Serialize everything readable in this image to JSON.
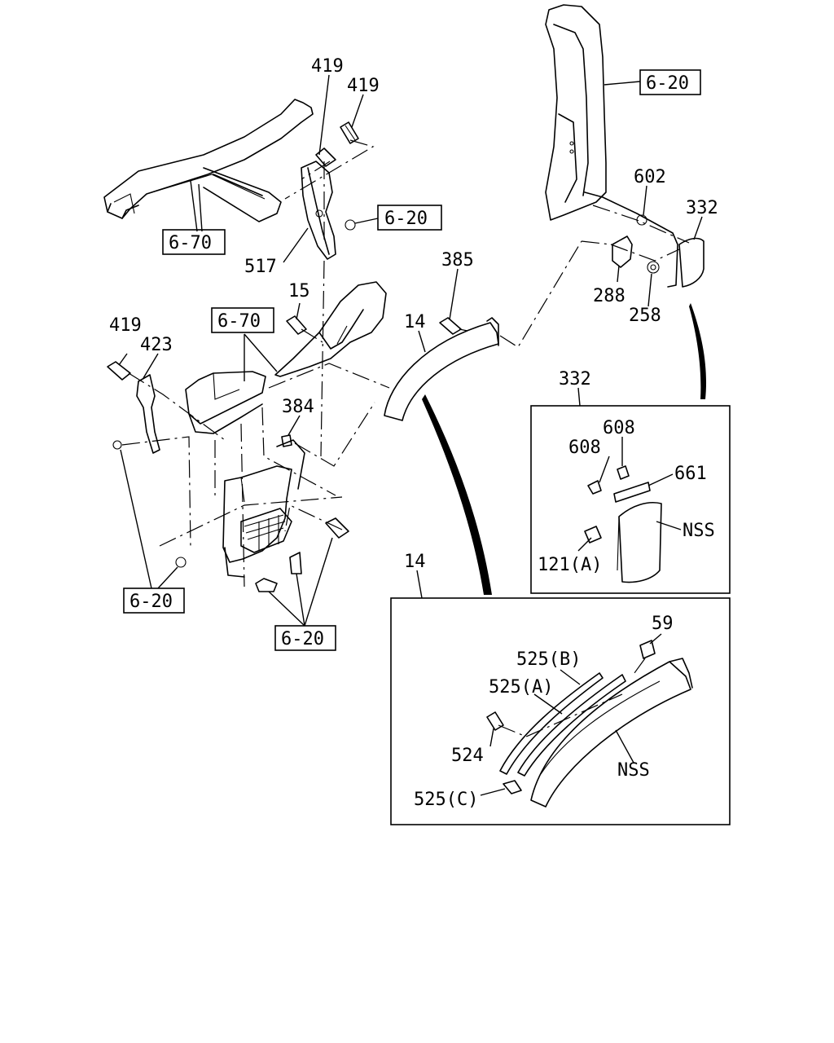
{
  "labels": {
    "l419a": "419",
    "l419b": "419",
    "l419c": "419",
    "l423": "423",
    "l517": "517",
    "l15": "15",
    "l385": "385",
    "l14a": "14",
    "l14b": "14",
    "l384": "384",
    "l602": "602",
    "l332a": "332",
    "l332b": "332",
    "l288": "288",
    "l258": "258",
    "l608a": "608",
    "l608b": "608",
    "l661": "661",
    "lNSSa": "NSS",
    "lNSSb": "NSS",
    "l121A": "121(A)",
    "l59": "59",
    "l525B": "525(B)",
    "l525A": "525(A)",
    "l524": "524",
    "l525C": "525(C)"
  },
  "refs": {
    "r670a": "6-70",
    "r670b": "6-70",
    "r620a": "6-20",
    "r620b": "6-20",
    "r620c": "6-20",
    "r620d": "6-20"
  }
}
